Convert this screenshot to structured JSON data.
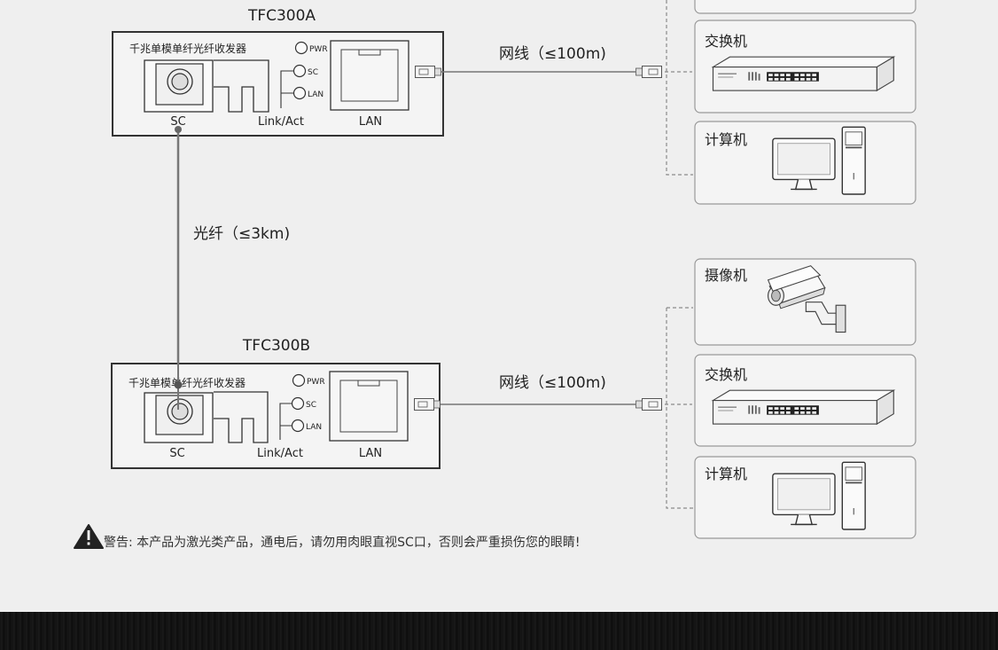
{
  "devices": [
    {
      "model": "TFC300A",
      "panel_name": "千兆单模单纤光纤收发器",
      "led_labels": [
        "PWR",
        "SC",
        "LAN"
      ],
      "port_labels": [
        "SC",
        "Link/Act",
        "LAN"
      ]
    },
    {
      "model": "TFC300B",
      "panel_name": "千兆单模单纤光纤收发器",
      "led_labels": [
        "PWR",
        "SC",
        "LAN"
      ],
      "port_labels": [
        "SC",
        "Link/Act",
        "LAN"
      ]
    }
  ],
  "links": {
    "cable_top": "网线（≤100m)",
    "cable_bottom": "网线（≤100m)",
    "fiber": "光纤（≤3km)"
  },
  "endpoints_top": [
    "交换机",
    "计算机"
  ],
  "endpoints_bottom": [
    "摄像机",
    "交换机",
    "计算机"
  ],
  "warning": "警告: 本产品为激光类产品，通电后，请勿用肉眼直视SC口，否则会严重损伤您的眼睛!",
  "colors": {
    "background": "#efefef",
    "stroke": "#333333",
    "dash": "#8a8a8a",
    "footer": "#151515"
  }
}
